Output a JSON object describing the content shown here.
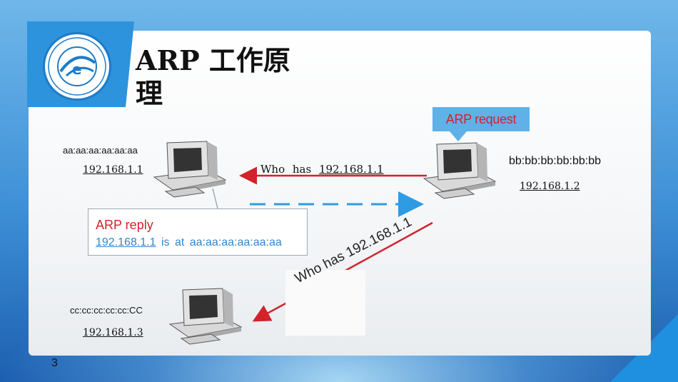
{
  "slide": {
    "title": "ARP  工作原理",
    "page_number": "3"
  },
  "hosts": {
    "a": {
      "mac": "aa:aa:aa:aa:aa:aa",
      "ip": "192.168.1.1"
    },
    "b": {
      "mac": "bb:bb:bb:bb:bb:bb",
      "ip": "192.168.1.2"
    },
    "c": {
      "mac": "cc:cc:cc:cc:cc:CC",
      "ip": "192.168.1.3"
    }
  },
  "request": {
    "label": "ARP request",
    "who_has": "Who has",
    "ip": "192.168.1.1",
    "diagonal_text": "Who has 192.168.1.1"
  },
  "reply": {
    "label": "ARP reply",
    "ip": "192.168.1.1",
    "text": "is at aa:aa:aa:aa:aa:aa"
  },
  "colors": {
    "request_arrow": "#d2222a",
    "reply_arrow": "#2f9be3",
    "accent_blue": "#2d93dd"
  },
  "icons": [
    "computer-icon",
    "emblem-logo"
  ]
}
